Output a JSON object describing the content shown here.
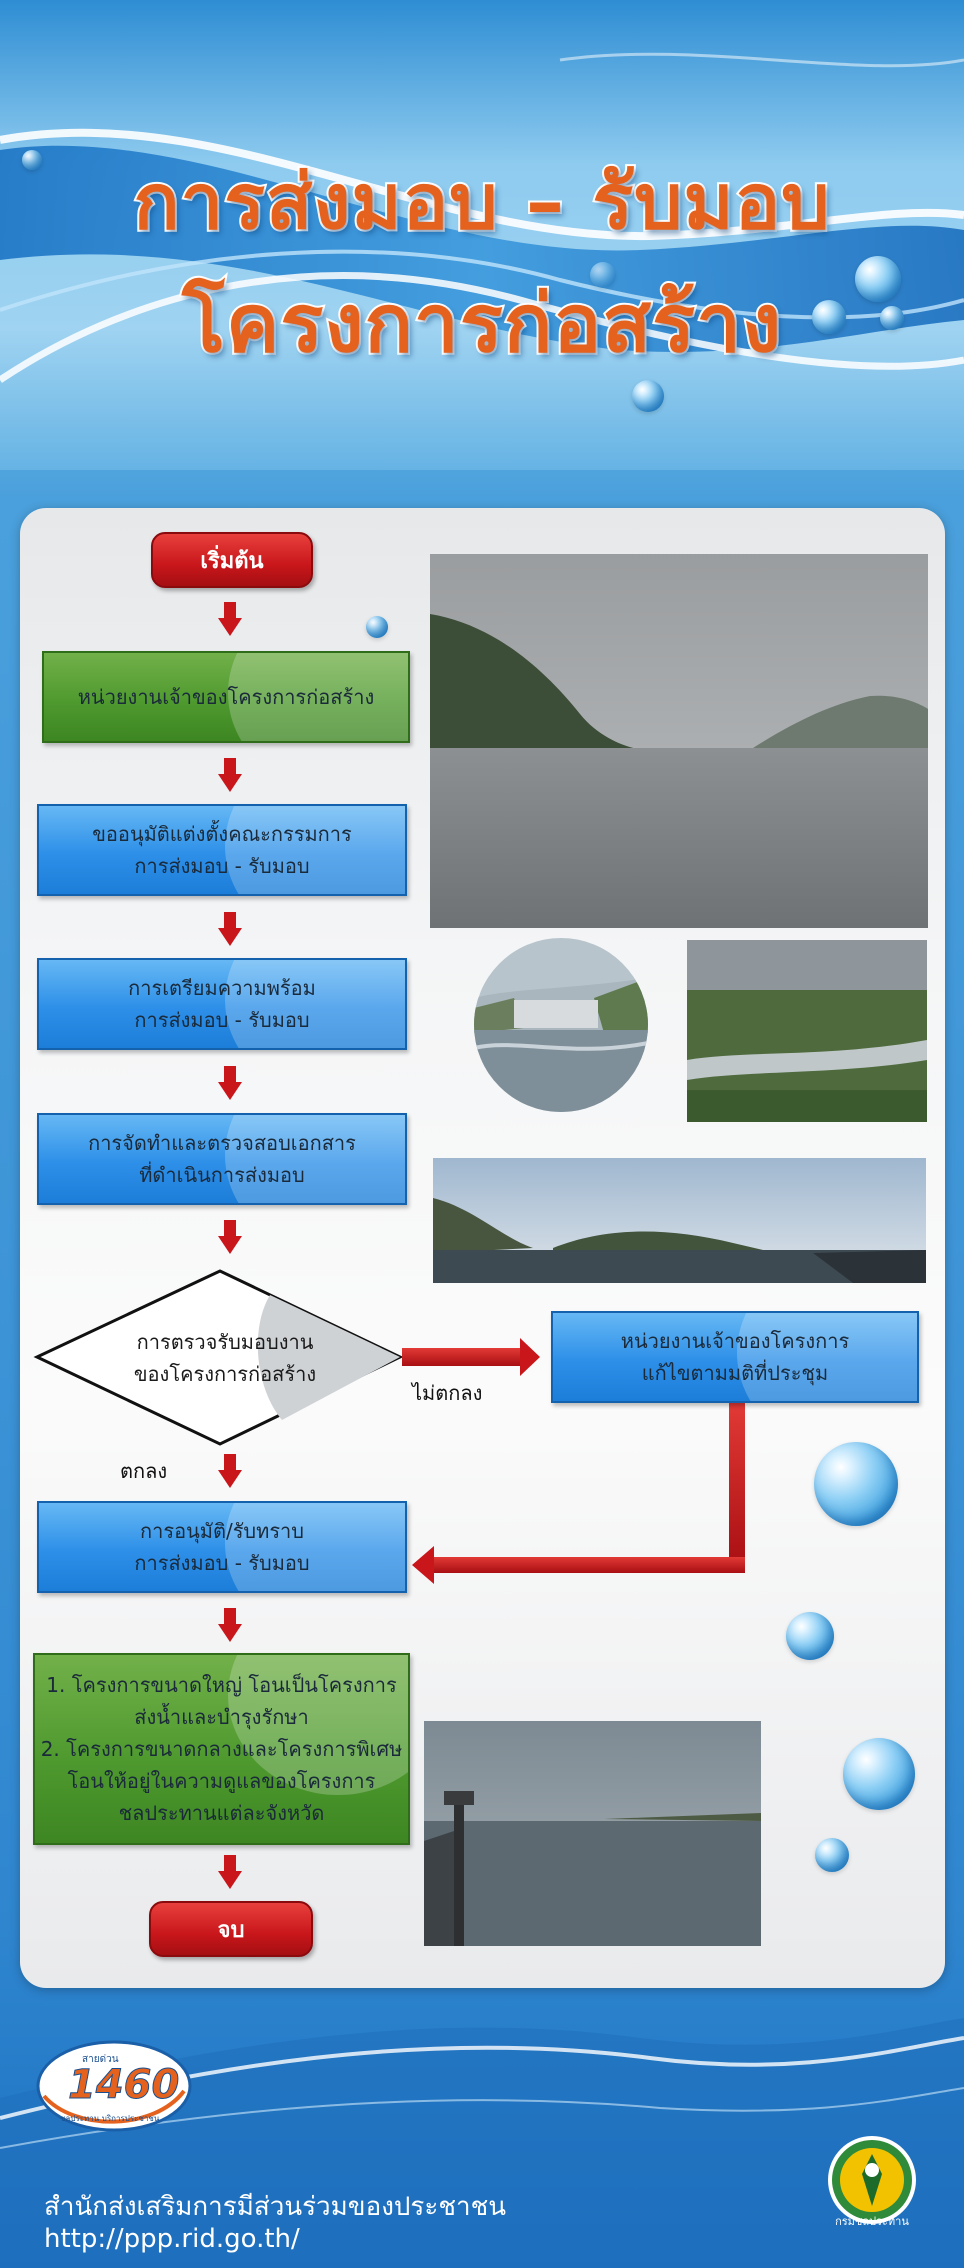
{
  "header": {
    "title_line1": "การส่งมอบ – รับมอบ",
    "title_line2": "โครงการก่อสร้าง"
  },
  "flow": {
    "start": "เริ่มต้น",
    "step1": "หน่วยงานเจ้าของโครงการก่อสร้าง",
    "step2_l1": "ขออนุมัติแต่งตั้งคณะกรรมการ",
    "step2_l2": "การส่งมอบ - รับมอบ",
    "step3_l1": "การเตรียมความพร้อม",
    "step3_l2": "การส่งมอบ - รับมอบ",
    "step4_l1": "การจัดทำและตรวจสอบเอกสาร",
    "step4_l2": "ที่ดำเนินการส่งมอบ",
    "decision_l1": "การตรวจรับมอบงาน",
    "decision_l2": "ของโครงการก่อสร้าง",
    "no_label": "ไม่ตกลง",
    "yes_label": "ตกลง",
    "fix_l1": "หน่วยงานเจ้าของโครงการ",
    "fix_l2": "แก้ไขตามมติที่ประชุม",
    "approve_l1": "การอนุมัติ/รับทราบ",
    "approve_l2": "การส่งมอบ - รับมอบ",
    "transfer_l1": "1. โครงการขนาดใหญ่ โอนเป็นโครงการ",
    "transfer_l2": "ส่งน้ำและบำรุงรักษา",
    "transfer_l3": "2. โครงการขนาดกลางและโครงการพิเศษ",
    "transfer_l4": "โอนให้อยู่ในความดูแลของโครงการ",
    "transfer_l5": "ชลประทานแต่ละจังหวัด",
    "end": "จบ"
  },
  "footer": {
    "hotline_number": "1460",
    "hotline_small": "สายด่วน",
    "hotline_caption": "ชลประทาน บริการประชาชน",
    "org_name": "สำนักส่งเสริมการมีส่วนร่วมของประชาชน",
    "url": "http://ppp.rid.go.th/",
    "seal_caption": "กรมชลประทาน"
  },
  "colors": {
    "title_orange": "#e4621d",
    "arrow_red": "#c8161b",
    "box_blue": "#2d8fe8",
    "box_green": "#4f9a2f"
  },
  "icons": [
    "droplet-bubble-icon",
    "hotline-logo-icon",
    "rid-seal-icon"
  ]
}
